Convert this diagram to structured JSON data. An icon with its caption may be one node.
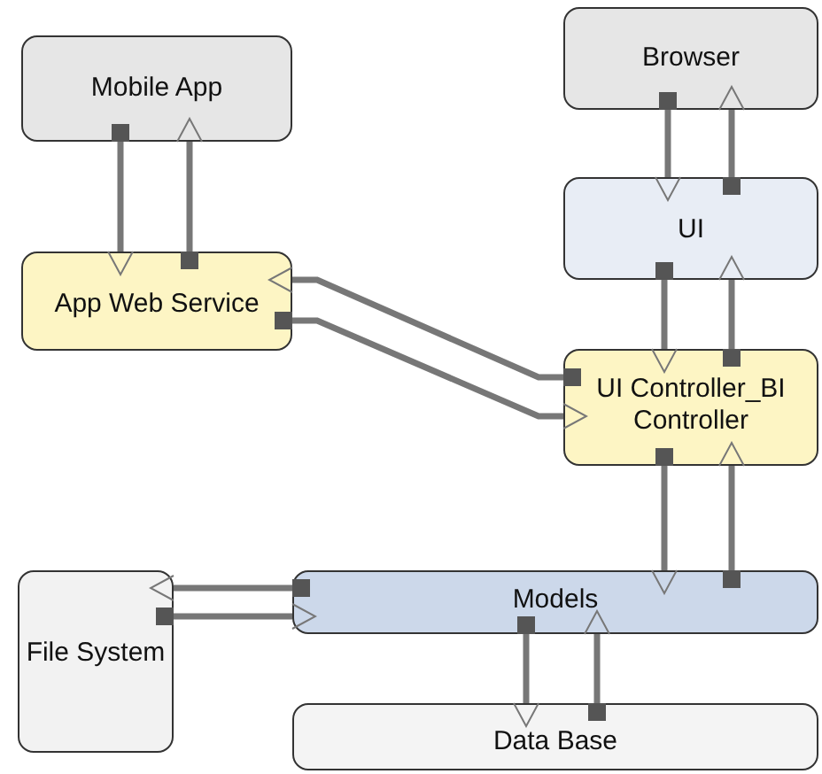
{
  "diagram": {
    "nodes": [
      {
        "text": [
          "Mobile App"
        ]
      },
      {
        "text": [
          "Browser"
        ]
      },
      {
        "text": [
          "App Web Service"
        ]
      },
      {
        "text": [
          "UI"
        ]
      },
      {
        "text": [
          "UI Controller_BI Controller"
        ]
      },
      {
        "text": [
          "File System"
        ]
      },
      {
        "text": [
          "Models"
        ]
      },
      {
        "text": [
          "Data Base"
        ]
      }
    ],
    "edges": [
      {
        "from": 0,
        "to": 2,
        "arrow": "to"
      },
      {
        "from": 2,
        "to": 0,
        "arrow": "to"
      },
      {
        "from": 1,
        "to": 3,
        "arrow": "to"
      },
      {
        "from": 3,
        "to": 1,
        "arrow": "to"
      },
      {
        "from": 3,
        "to": 4,
        "arrow": "to"
      },
      {
        "from": 4,
        "to": 3,
        "arrow": "to"
      },
      {
        "from": 4,
        "to": 2,
        "arrow": "to"
      },
      {
        "from": 2,
        "to": 4,
        "arrow": "to"
      },
      {
        "from": 4,
        "to": 6,
        "arrow": "to"
      },
      {
        "from": 6,
        "to": 4,
        "arrow": "to"
      },
      {
        "from": 6,
        "to": 5,
        "arrow": "to"
      },
      {
        "from": 5,
        "to": 6,
        "arrow": "to"
      },
      {
        "from": 6,
        "to": 7,
        "arrow": "to"
      },
      {
        "from": 7,
        "to": 6,
        "arrow": "to"
      }
    ]
  }
}
